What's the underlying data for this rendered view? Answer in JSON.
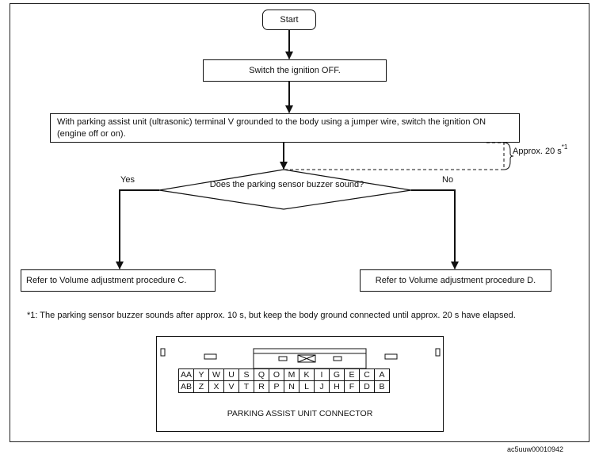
{
  "flowchart": {
    "start": "Start",
    "step1": "Switch the ignition OFF.",
    "step2": "With parking assist unit (ultrasonic) terminal V grounded to the body using a jumper wire, switch the ignition ON (engine off or on).",
    "approx": "Approx. 20 s",
    "approx_ref": "*1",
    "decision": "Does the parking sensor buzzer sound?",
    "yes_label": "Yes",
    "no_label": "No",
    "yes_result": "Refer to Volume adjustment procedure C.",
    "no_result": "Refer to Volume adjustment procedure D.",
    "note": "*1: The parking sensor buzzer sounds after approx. 10 s, but keep the body ground connected until approx. 20 s have elapsed."
  },
  "connector": {
    "title": "PARKING ASSIST UNIT CONNECTOR",
    "row1": [
      "AA",
      "Y",
      "W",
      "U",
      "S",
      "Q",
      "O",
      "M",
      "K",
      "I",
      "G",
      "E",
      "C",
      "A"
    ],
    "row2": [
      "AB",
      "Z",
      "X",
      "V",
      "T",
      "R",
      "P",
      "N",
      "L",
      "J",
      "H",
      "F",
      "D",
      "B"
    ]
  },
  "figure_id": "ac5uuw00010942"
}
